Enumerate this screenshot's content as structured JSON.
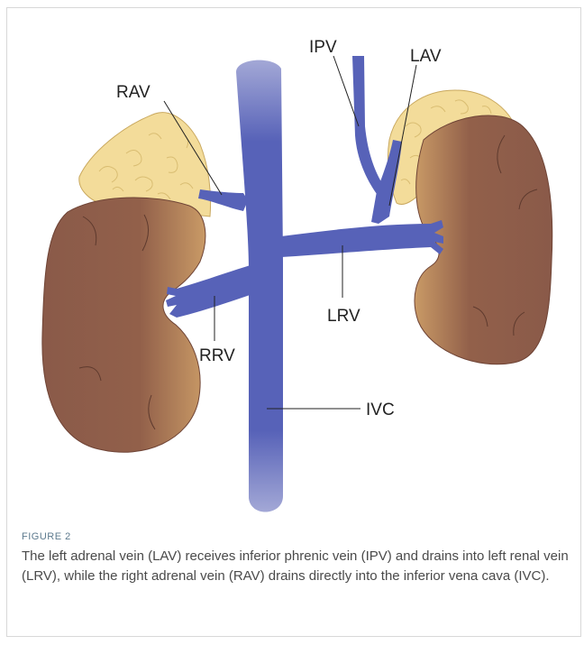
{
  "figure": {
    "label": "FIGURE 2",
    "caption": "The left adrenal vein (LAV) receives inferior phrenic vein (IPV) and drains into left renal vein (LRV), while the right adrenal vein (RAV) drains directly into the inferior vena cava (IVC).",
    "labels": {
      "ipv": "IPV",
      "lav": "LAV",
      "rav": "RAV",
      "lrv": "LRV",
      "rrv": "RRV",
      "ivc": "IVC"
    }
  },
  "colors": {
    "vein": "#5762b8",
    "vein_light": "#a3a8d6",
    "kidney_dark": "#8a5a49",
    "kidney_light": "#c99a66",
    "adrenal": "#f3dc9a",
    "adrenal_line": "#d9bd72"
  }
}
